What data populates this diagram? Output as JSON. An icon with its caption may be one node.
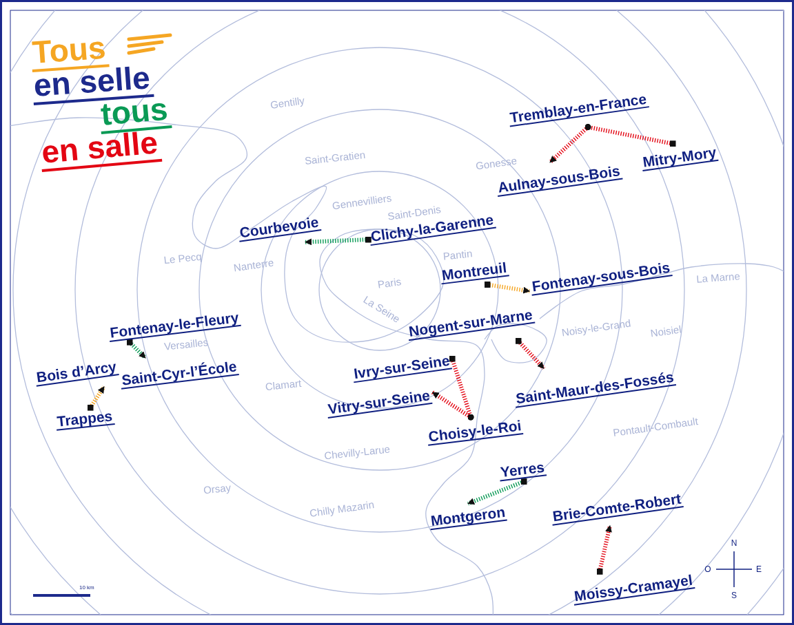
{
  "diagram": {
    "nodes": [
      {
        "text": [
          "Tremblay-en-France"
        ]
      },
      {
        "text": [
          "Mitry-Mory"
        ]
      },
      {
        "text": [
          "Aulnay-sous-Bois"
        ]
      },
      {
        "text": [
          "Courbevoie"
        ]
      },
      {
        "text": [
          "Clichy-la-Garenne"
        ]
      },
      {
        "text": [
          "Montreuil"
        ]
      },
      {
        "text": [
          "Fontenay-sous-Bois"
        ]
      },
      {
        "text": [
          "Fontenay-le-Fleury"
        ]
      },
      {
        "text": [
          "Saint-Cyr-l’École"
        ]
      },
      {
        "text": [
          "Bois d’Arcy"
        ]
      },
      {
        "text": [
          "Trappes"
        ]
      },
      {
        "text": [
          "Nogent-sur-Marne"
        ]
      },
      {
        "text": [
          "Ivry-sur-Seine"
        ]
      },
      {
        "text": [
          "Vitry-sur-Seine"
        ]
      },
      {
        "text": [
          "Choisy-le-Roi"
        ]
      },
      {
        "text": [
          "Saint-Maur-des-Fossés"
        ]
      },
      {
        "text": [
          "Yerres"
        ]
      },
      {
        "text": [
          "Montgeron"
        ]
      },
      {
        "text": [
          "Brie-Comte-Robert"
        ]
      },
      {
        "text": [
          "Moissy-Cramayel"
        ]
      }
    ],
    "edges": [
      {
        "from": 1,
        "to": 0,
        "arrow": "other"
      },
      {
        "from": 0,
        "to": 2,
        "arrow": "to"
      },
      {
        "from": 4,
        "to": 3,
        "arrow": "to",
        "color": "#0a9a55"
      },
      {
        "from": 5,
        "to": 6,
        "arrow": "to",
        "color": "#f5a623"
      },
      {
        "from": 7,
        "to": 8,
        "arrow": "to",
        "color": "#0a9a55"
      },
      {
        "from": 10,
        "to": 9,
        "arrow": "to",
        "color": "#f5a623"
      },
      {
        "from": 11,
        "to": 15,
        "arrow": "to"
      },
      {
        "from": 12,
        "to": 14,
        "arrow": "other"
      },
      {
        "from": 14,
        "to": 13,
        "arrow": "to"
      },
      {
        "from": 16,
        "to": 17,
        "arrow": "to",
        "color": "#0a9a55"
      },
      {
        "from": 19,
        "to": 18,
        "arrow": "to"
      }
    ],
    "labels": [
      "Tous",
      "en selle",
      "tous",
      "en salle",
      "Gentilly",
      "Saint-Gratien",
      "Gonesse",
      "Gennevilliers",
      "Saint-Denis",
      "Le Pecq",
      "Nanterre",
      "Pantin",
      "Paris",
      "La Seine",
      "La Marne",
      "Noisy-le-Grand",
      "Noisiel",
      "Versailles",
      "Clamart",
      "Pontault-Combault",
      "Chevilly-Larue",
      "Orsay",
      "Chilly Mazarin",
      "N",
      "O",
      "E",
      "S",
      "10 km"
    ]
  }
}
